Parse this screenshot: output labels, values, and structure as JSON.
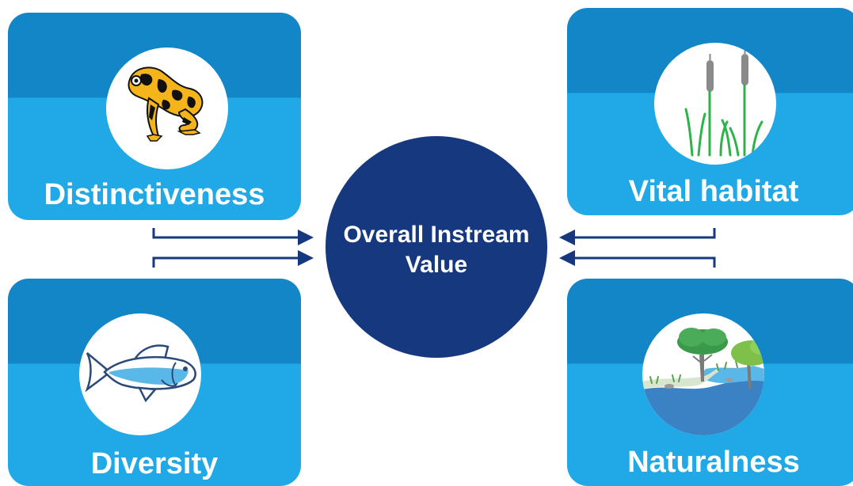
{
  "center": {
    "line1": "Overall Instream",
    "line2": "Value"
  },
  "cards": {
    "top_left": {
      "label": "Distinctiveness",
      "icon": "frog-icon"
    },
    "top_right": {
      "label": "Vital habitat",
      "icon": "cattail-icon"
    },
    "bottom_left": {
      "label": "Diversity",
      "icon": "fish-icon"
    },
    "bottom_right": {
      "label": "Naturalness",
      "icon": "landscape-icon"
    }
  },
  "colors": {
    "card_top": "#1386c8",
    "card_bottom": "#20a9e6",
    "center_circle": "#16387e",
    "arrow": "#16387e",
    "frog_yellow": "#f5b41a",
    "plant_green": "#2db34a",
    "cattail_grey": "#8a8a8a",
    "fish_blue": "#5ab8e8"
  }
}
